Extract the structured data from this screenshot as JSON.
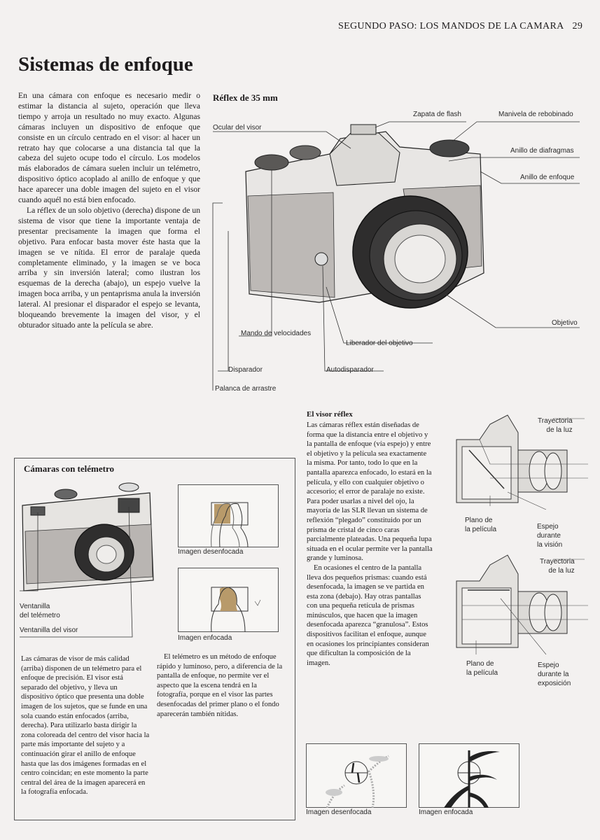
{
  "header": {
    "section": "SEGUNDO PASO: LOS MANDOS DE LA CAMARA",
    "page": "29"
  },
  "title": "Sistemas de enfoque",
  "intro": {
    "p1": "En una cámara con enfoque es necesario medir o estimar la distancia al sujeto, operación que lleva tiempo y arroja un resultado no muy exacto. Algunas cámaras incluyen un dispositivo de enfoque que consiste en un círculo centrado en el visor: al hacer un retrato hay que colocarse a una distancia tal que la cabeza del sujeto ocupe todo el círculo. Los modelos más elaborados de cámara suelen incluir un telémetro, dispositivo óptico acoplado al anillo de enfoque y que hace aparecer una doble imagen del sujeto en el visor cuando aquél no está bien enfocado.",
    "p2": "La réflex de un solo objetivo (derecha) dispone de un sistema de visor que tiene la importante ventaja de presentar precisamente la imagen que forma el objetivo. Para enfocar basta mover éste hasta que la imagen se ve nítida. El error de paralaje queda completamente eliminado, y la imagen se ve boca arriba y sin inversión lateral; como ilustran los esquemas de la derecha (abajo), un espejo vuelve la imagen boca arriba, y un pentaprisma anula la inversión lateral. Al presionar el disparador el espejo se levanta, bloqueando brevemente la imagen del visor, y el obturador situado ante la película se abre."
  },
  "reflex": {
    "heading": "Réflex de 35 mm",
    "labels": {
      "zapata": "Zapata de flash",
      "manivela": "Manivela de rebobinado",
      "ocular": "Ocular del visor",
      "diafragmas": "Anillo de diafragmas",
      "enfoque": "Anillo de enfoque",
      "objetivo": "Objetivo",
      "velocidades": "Mando de velocidades",
      "liberador": "Liberador del objetivo",
      "disparador": "Disparador",
      "autodisparador": "Autodisparador",
      "palanca": "Palanca de arrastre"
    }
  },
  "visor": {
    "heading": "El visor réflex",
    "p1": "Las cámaras réflex están diseñadas de forma que la distancia entre el objetivo y la pantalla de enfoque (vía espejo) y entre el objetivo y la película sea exactamente la misma. Por tanto, todo lo que en la pantalla aparezca enfocado, lo estará en la película, y ello con cualquier objetivo o accesorio; el error de paralaje no existe. Para poder usarlas a nivel del ojo, la mayoría de las SLR llevan un sistema de reflexión “plegado” constituido por un prisma de cristal de cinco caras parcialmente plateadas. Una pequeña lupa situada en el ocular permite ver la pantalla grande y luminosa.",
    "p2": "En ocasiones el centro de la pantalla lleva dos pequeños prismas: cuando está desenfocada, la imagen se ve partida en esta zona (debajo). Hay otras pantallas con una pequeña retícula de prismas minúsculos, que hacen que la imagen desenfocada aparezca “granulosa”. Estos dispositivos facilitan el enfoque, aunque en ocasiones los principiantes consideran que dificultan la composición de la imagen."
  },
  "diagrams": {
    "d1": {
      "trayectoria": [
        "Trayectoria",
        "de la luz"
      ],
      "plano": [
        "Plano de",
        "la película"
      ],
      "espejo": [
        "Espejo",
        "durante",
        "la visión"
      ]
    },
    "d2": {
      "trayectoria": [
        "Trayectoria",
        "de la luz"
      ],
      "plano": [
        "Plano de",
        "la película"
      ],
      "espejo": [
        "Espejo",
        "durante la",
        "exposición"
      ]
    }
  },
  "telemetro": {
    "heading": "Cámaras con telémetro",
    "ventanilla_telemetro": [
      "Ventanilla",
      "del telémetro"
    ],
    "ventanilla_visor": "Ventanilla del visor",
    "img_desenfocada": "Imagen desenfocada",
    "img_enfocada": "Imagen enfocada",
    "p1": "Las cámaras de visor de más calidad (arriba) disponen de un telémetro para el enfoque de precisión. El visor está separado del objetivo, y lleva un dispositivo óptico que presenta una doble imagen de los sujetos, que se funde en una sola cuando están enfocados (arriba, derecha). Para utilizarlo basta dirigir la zona coloreada del centro del visor hacia la parte más importante del sujeto y a continuación girar el anillo de enfoque hasta que las dos imágenes formadas en el centro coincidan; en este momento la parte central del área de la imagen aparecerá en la fotografía enfocada.",
    "p2": "El telémetro es un método de enfoque rápido y luminoso, pero, a diferencia de la pantalla de enfoque, no permite ver el aspecto que la escena tendrá en la fotografía, porque en el visor las partes desenfocadas del primer plano o el fondo aparecerán también nítidas."
  },
  "bottom": {
    "desenfocada": "Imagen desenfocada",
    "enfocada": "Imagen enfocada"
  }
}
